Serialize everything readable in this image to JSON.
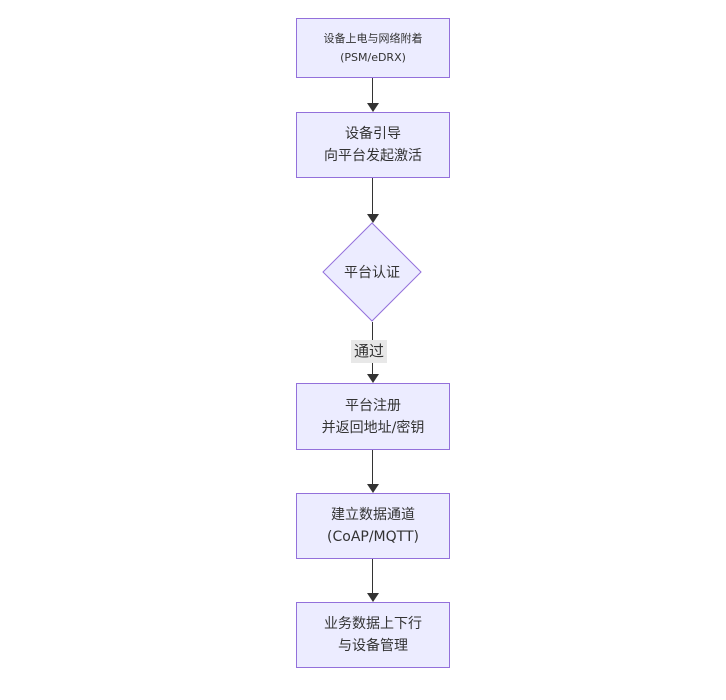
{
  "flow": {
    "nodes": {
      "power": {
        "line1": "设备上电与网络附着",
        "line2": "(PSM/eDRX)"
      },
      "boot": {
        "line1": "设备引导",
        "line2": "向平台发起激活"
      },
      "auth": {
        "label": "平台认证"
      },
      "register": {
        "line1": "平台注册",
        "line2": "并返回地址/密钥"
      },
      "channel": {
        "line1": "建立数据通道",
        "line2": "(CoAP/MQTT)"
      },
      "business": {
        "line1": "业务数据上下行",
        "line2": "与设备管理"
      }
    },
    "edges": {
      "auth_pass_label": "通过"
    },
    "colors": {
      "node_fill": "#ECECFF",
      "node_border": "#9370DB",
      "edge": "#333333",
      "label_bg": "#e8e8e8",
      "text": "#333333"
    }
  }
}
